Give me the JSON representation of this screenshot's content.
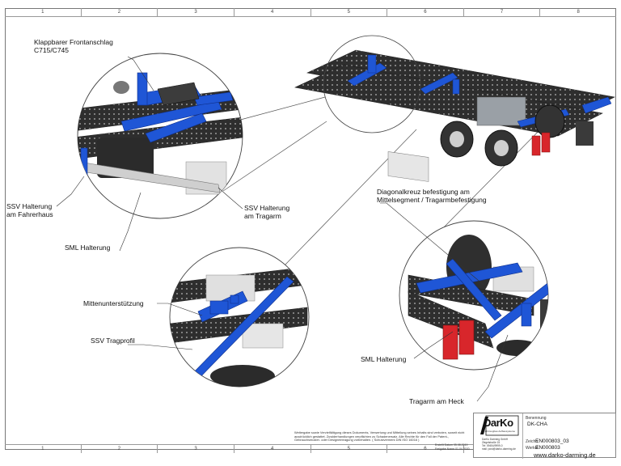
{
  "ruler": [
    "1",
    "2",
    "3",
    "4",
    "5",
    "6",
    "7",
    "8"
  ],
  "labels": {
    "klappbar_line1": "Klappbarer Frontanschlag",
    "klappbar_line2": "C715/C745",
    "ssv_fahrerhaus_line1": "SSV Halterung",
    "ssv_fahrerhaus_line2": "am Fahrerhaus",
    "ssv_tragarm_line1": "SSV Halterung",
    "ssv_tragarm_line2": "am Tragarm",
    "sml_halterung_1": "SML Halterung",
    "diagonal_line1": "Diagonalkreuz befestigung am",
    "diagonal_line2": "Mittelsegment / Tragarmbefestigung",
    "mittenunterstuetzung": "Mittenunterstützung",
    "ssv_tragprofil": "SSV Tragprofil",
    "sml_halterung_2": "SML Halterung",
    "tragarm_heck": "Tragarm am Heck"
  },
  "title_block": {
    "logo": "DarKo",
    "logo_sub": "Fahrzeugbau Aufbausysteme",
    "address": [
      "DarKo Darming GmbH",
      "Ziegelstraße 15",
      "Tel: 09454/9999-0",
      "mail: post@darko-darming.de"
    ],
    "benennung_label": "Benennung",
    "benennung": "DK-CHA",
    "nr_label": "Zeichn.",
    "drawing_number": "EN000803_03",
    "material_label": "Werkst.",
    "material": "EN000803",
    "website": "www.darko-darming.de",
    "disclaimer": "Weitergabe sowie Vervielfältigung dieses Dokuments, Verwertung und Mitteilung seines Inhalts sind verboten, soweit nicht ausdrücklich gestattet. Zuwiderhandlungen verpflichten zu Schadenersatz. Alle Rechte für den Fall der Patent-, Gebrauchsmuster- oder Designeintragung vorbehalten. ( Schutzvermerk DIN ISO 16016 )",
    "date_rows": [
      "Erstellt  Datum  05.08.2019",
      "Freigabe  Name  01.04.2020"
    ]
  },
  "colors": {
    "accent_blue": "#1f56d6",
    "frame_dark": "#2a2a2a",
    "tail_red": "#d8262b"
  }
}
